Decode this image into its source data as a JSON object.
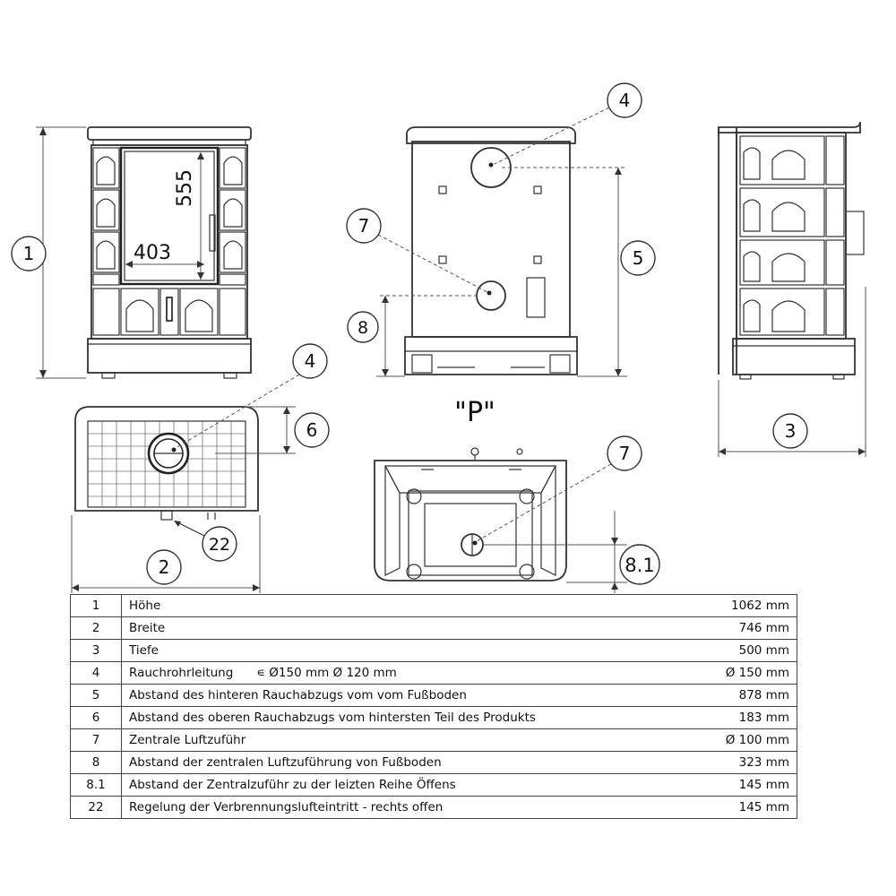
{
  "labels": {
    "dim_555": "555",
    "dim_403": "403",
    "view_p": "\"P\"",
    "callout_1": "1",
    "callout_2": "2",
    "callout_3": "3",
    "callout_4_back": "4",
    "callout_4_top": "4",
    "callout_5": "5",
    "callout_6": "6",
    "callout_7_back": "7",
    "callout_7_bottom": "7",
    "callout_8": "8",
    "callout_81": "8.1",
    "callout_22": "22"
  },
  "table": {
    "rows": [
      {
        "num": "1",
        "desc": "Höhe",
        "extra": "",
        "value": "1062 mm"
      },
      {
        "num": "2",
        "desc": "Breite",
        "extra": "",
        "value": "746 mm"
      },
      {
        "num": "3",
        "desc": "Tiefe",
        "extra": "",
        "value": "500 mm"
      },
      {
        "num": "4",
        "desc": "Rauchrohrleitung",
        "extra": "∊ Ø150 mm Ø 120 mm",
        "value": "Ø 150 mm"
      },
      {
        "num": "5",
        "desc": "Abstand des hinteren Rauchabzugs vom vom Fußboden",
        "extra": "",
        "value": "878 mm"
      },
      {
        "num": "6",
        "desc": "Abstand des oberen Rauchabzugs vom hintersten Teil des Produkts",
        "extra": "",
        "value": "183 mm"
      },
      {
        "num": "7",
        "desc": "Zentrale Luftzuführ",
        "extra": "",
        "value": "Ø 100 mm"
      },
      {
        "num": "8",
        "desc": "Abstand der zentralen Luftzuführung von Fußboden",
        "extra": "",
        "value": "323 mm"
      },
      {
        "num": "8.1",
        "desc": "Abstand der Zentralzuführ zu der leizten Reihe Öffens",
        "extra": "",
        "value": "145 mm"
      },
      {
        "num": "22",
        "desc": "Regelung der Verbrennungslufteintritt - rechts offen",
        "extra": "",
        "value": "145 mm"
      }
    ]
  }
}
